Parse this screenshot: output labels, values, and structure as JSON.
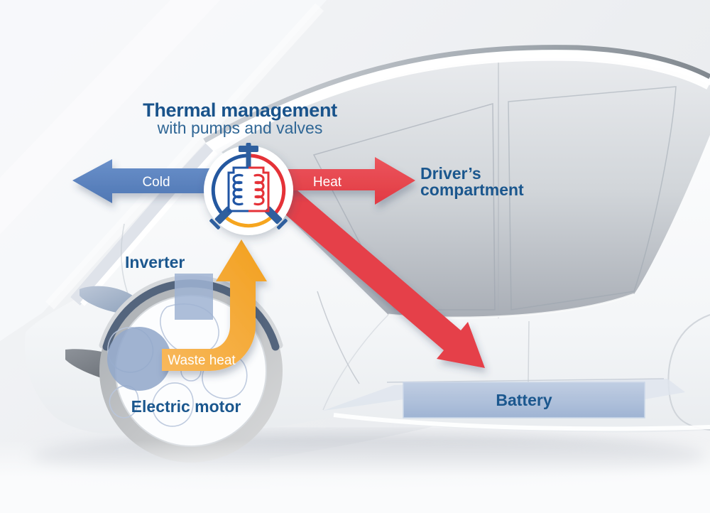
{
  "diagram": {
    "title": "Thermal management",
    "subtitle": "with pumps and valves",
    "labels": {
      "cold": "Cold",
      "heat": "Heat",
      "waste_heat": "Waste heat",
      "inverter": "Inverter",
      "electric_motor": "Electric motor",
      "battery": "Battery",
      "drivers_compartment_line1": "Driver’s",
      "drivers_compartment_line2": "compartment"
    },
    "icons": [
      "thermal-management-valve-icon",
      "cold-arrow-icon",
      "heat-arrow-icon",
      "heat-to-battery-arrow-icon",
      "waste-heat-arrow-icon"
    ],
    "colors": {
      "label_blue": "#1b578e",
      "subtitle_blue": "#2f6695",
      "cold_arrow_blue": "#5d85c3",
      "heat_arrow_red": "#e84a50",
      "waste_heat_orange": "#f5a52e",
      "icon_ring_blue": "#2458a0",
      "icon_ring_red": "#e53238",
      "icon_ring_orange": "#f6a51f",
      "battery_fill": "#a9bedb",
      "glass_gray": "#b0b4bb",
      "car_body": "#ffffff"
    }
  }
}
